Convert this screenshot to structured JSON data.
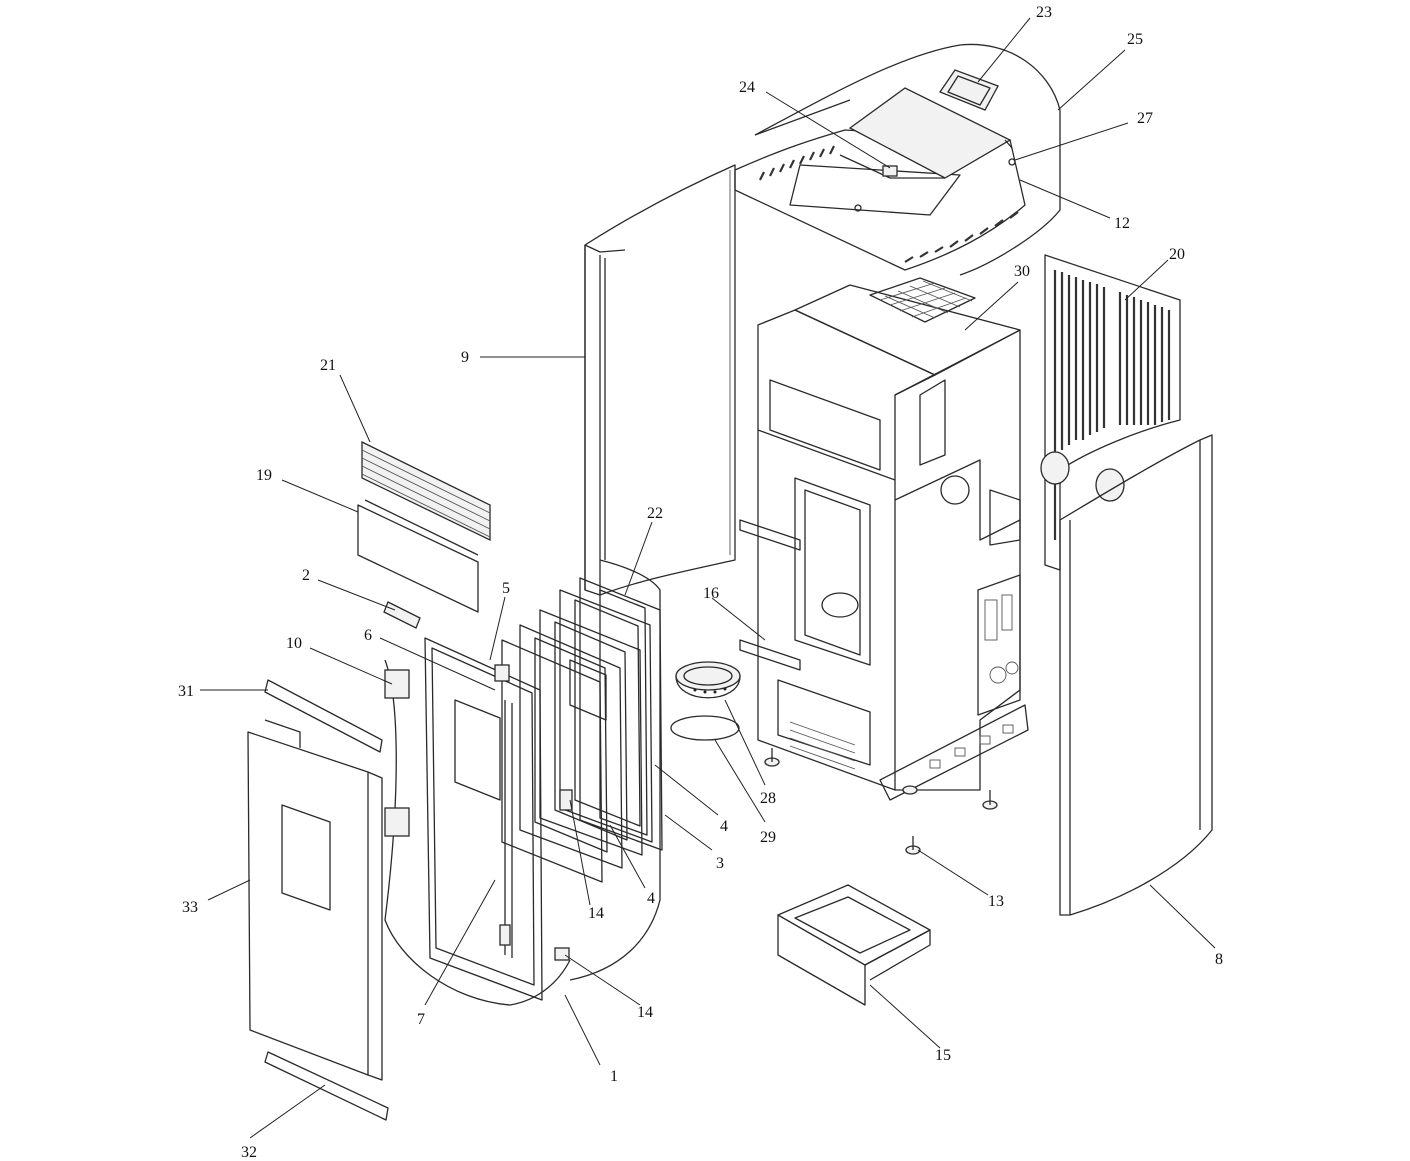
{
  "callouts": [
    {
      "id": "c1",
      "label": "1"
    },
    {
      "id": "c2",
      "label": "2"
    },
    {
      "id": "c3",
      "label": "3"
    },
    {
      "id": "c4a",
      "label": "4"
    },
    {
      "id": "c4b",
      "label": "4"
    },
    {
      "id": "c5",
      "label": "5"
    },
    {
      "id": "c6",
      "label": "6"
    },
    {
      "id": "c7",
      "label": "7"
    },
    {
      "id": "c8",
      "label": "8"
    },
    {
      "id": "c9",
      "label": "9"
    },
    {
      "id": "c10",
      "label": "10"
    },
    {
      "id": "c12",
      "label": "12"
    },
    {
      "id": "c13",
      "label": "13"
    },
    {
      "id": "c14a",
      "label": "14"
    },
    {
      "id": "c14b",
      "label": "14"
    },
    {
      "id": "c15",
      "label": "15"
    },
    {
      "id": "c16",
      "label": "16"
    },
    {
      "id": "c19",
      "label": "19"
    },
    {
      "id": "c20",
      "label": "20"
    },
    {
      "id": "c21",
      "label": "21"
    },
    {
      "id": "c22",
      "label": "22"
    },
    {
      "id": "c23",
      "label": "23"
    },
    {
      "id": "c24",
      "label": "24"
    },
    {
      "id": "c25",
      "label": "25"
    },
    {
      "id": "c27",
      "label": "27"
    },
    {
      "id": "c28",
      "label": "28"
    },
    {
      "id": "c29",
      "label": "29"
    },
    {
      "id": "c30",
      "label": "30"
    },
    {
      "id": "c31",
      "label": "31"
    },
    {
      "id": "c32",
      "label": "32"
    },
    {
      "id": "c33",
      "label": "33"
    }
  ]
}
